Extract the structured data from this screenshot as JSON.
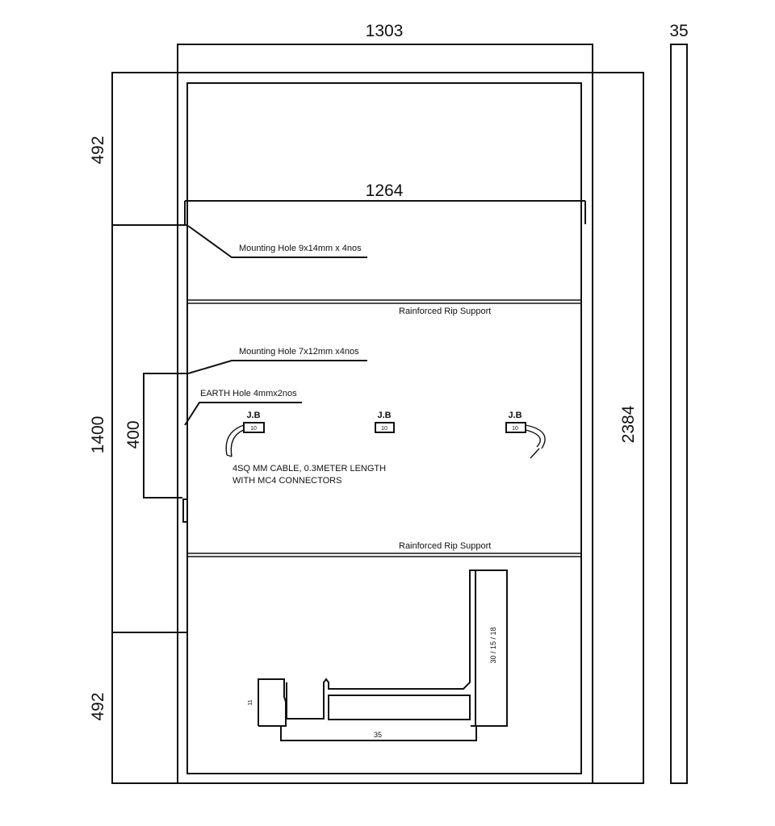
{
  "dimensions": {
    "top_width": "1303",
    "frame_depth": "35",
    "inner_width": "1264",
    "top_section": "492",
    "middle_section": "1400",
    "bottom_section": "492",
    "hole_spacing": "400",
    "total_height": "2384"
  },
  "annotations": {
    "mounting_hole_large": "Mounting Hole 9x14mm x 4nos",
    "mounting_hole_small": "Mounting Hole 7x12mm x4nos",
    "earth_hole": "EARTH Hole 4mmx2nos",
    "rib_support_top": "Rainforced Rip Support",
    "rib_support_bottom": "Rainforced Rip Support",
    "cable_note_line1": "4SQ MM CABLE, 0.3METER LENGTH",
    "cable_note_line2": "WITH MC4 CONNECTORS"
  },
  "junction_boxes": [
    {
      "label": "J.B",
      "rating": "10"
    },
    {
      "label": "J.B",
      "rating": "10"
    },
    {
      "label": "J.B",
      "rating": "10"
    }
  ],
  "profile": {
    "height_label": "30 / 15 / 18",
    "width_label": "35",
    "lip_label": "11"
  }
}
